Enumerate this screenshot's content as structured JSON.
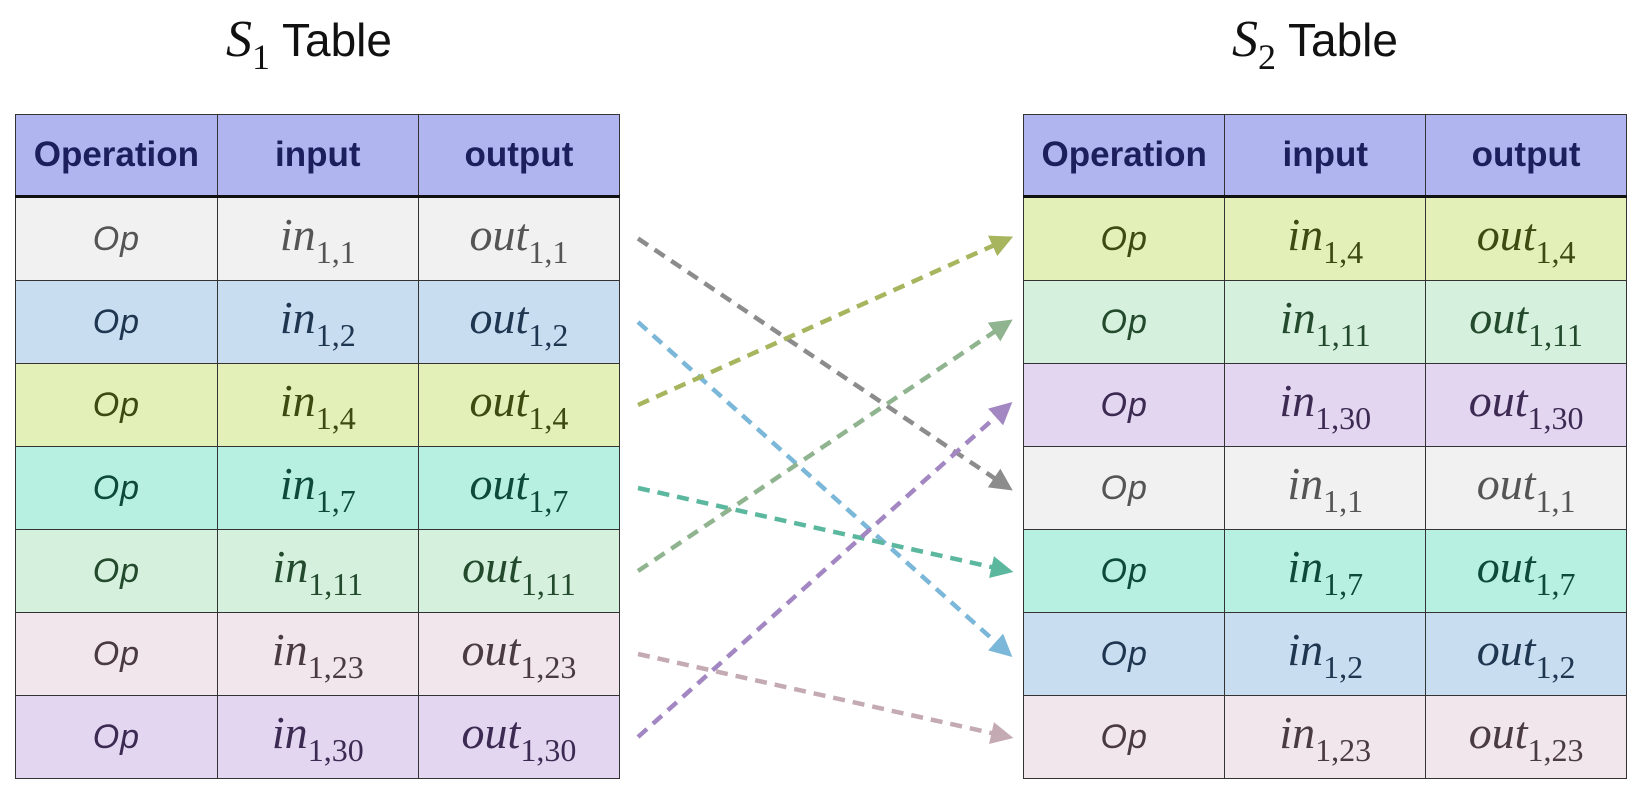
{
  "colors": {
    "header_bg": "#b0b5ef",
    "header_text": "#1c1f5c"
  },
  "s1_table": {
    "title_symbol": "S",
    "title_subscript": "1",
    "title_text": "Table",
    "headers": [
      "Operation",
      "input",
      "output"
    ],
    "rows": [
      {
        "op": "Op",
        "in_name": "in",
        "in_sub": "1,1",
        "out_name": "out",
        "out_sub": "1,1",
        "bg": "#f1f1f1",
        "fg": "#555555"
      },
      {
        "op": "Op",
        "in_name": "in",
        "in_sub": "1,2",
        "out_name": "out",
        "out_sub": "1,2",
        "bg": "#c9ddf1",
        "fg": "#1f3650"
      },
      {
        "op": "Op",
        "in_name": "in",
        "in_sub": "1,4",
        "out_name": "out",
        "out_sub": "1,4",
        "bg": "#e3f0b7",
        "fg": "#3d4a10"
      },
      {
        "op": "Op",
        "in_name": "in",
        "in_sub": "1,7",
        "out_name": "out",
        "out_sub": "1,7",
        "bg": "#b7f0e1",
        "fg": "#0e4a3c"
      },
      {
        "op": "Op",
        "in_name": "in",
        "in_sub": "1,11",
        "out_name": "out",
        "out_sub": "1,11",
        "bg": "#d5f0dc",
        "fg": "#234a2c"
      },
      {
        "op": "Op",
        "in_name": "in",
        "in_sub": "1,23",
        "out_name": "out",
        "out_sub": "1,23",
        "bg": "#f1e6ec",
        "fg": "#4a3a42"
      },
      {
        "op": "Op",
        "in_name": "in",
        "in_sub": "1,30",
        "out_name": "out",
        "out_sub": "1,30",
        "bg": "#e2d6f1",
        "fg": "#3d2a52"
      }
    ]
  },
  "s2_table": {
    "title_symbol": "S",
    "title_subscript": "2",
    "title_text": "Table",
    "headers": [
      "Operation",
      "input",
      "output"
    ],
    "rows": [
      {
        "op": "Op",
        "in_name": "in",
        "in_sub": "1,4",
        "out_name": "out",
        "out_sub": "1,4",
        "bg": "#e3f0b7",
        "fg": "#3d4a10"
      },
      {
        "op": "Op",
        "in_name": "in",
        "in_sub": "1,11",
        "out_name": "out",
        "out_sub": "1,11",
        "bg": "#d5f0dc",
        "fg": "#234a2c"
      },
      {
        "op": "Op",
        "in_name": "in",
        "in_sub": "1,30",
        "out_name": "out",
        "out_sub": "1,30",
        "bg": "#e2d6f1",
        "fg": "#3d2a52"
      },
      {
        "op": "Op",
        "in_name": "in",
        "in_sub": "1,1",
        "out_name": "out",
        "out_sub": "1,1",
        "bg": "#f1f1f1",
        "fg": "#555555"
      },
      {
        "op": "Op",
        "in_name": "in",
        "in_sub": "1,7",
        "out_name": "out",
        "out_sub": "1,7",
        "bg": "#b7f0e1",
        "fg": "#0e4a3c"
      },
      {
        "op": "Op",
        "in_name": "in",
        "in_sub": "1,2",
        "out_name": "out",
        "out_sub": "1,2",
        "bg": "#c9ddf1",
        "fg": "#1f3650"
      },
      {
        "op": "Op",
        "in_name": "in",
        "in_sub": "1,23",
        "out_name": "out",
        "out_sub": "1,23",
        "bg": "#f1e6ec",
        "fg": "#4a3a42"
      }
    ]
  },
  "mappings": [
    {
      "from_row": 1,
      "to_row": 4,
      "color": "#8c8c8c"
    },
    {
      "from_row": 2,
      "to_row": 6,
      "color": "#7ab7d8"
    },
    {
      "from_row": 3,
      "to_row": 1,
      "color": "#a7b55e"
    },
    {
      "from_row": 4,
      "to_row": 5,
      "color": "#5bb89f"
    },
    {
      "from_row": 5,
      "to_row": 2,
      "color": "#8fb48f"
    },
    {
      "from_row": 6,
      "to_row": 7,
      "color": "#c4aab2"
    },
    {
      "from_row": 7,
      "to_row": 3,
      "color": "#a387c2"
    }
  ]
}
